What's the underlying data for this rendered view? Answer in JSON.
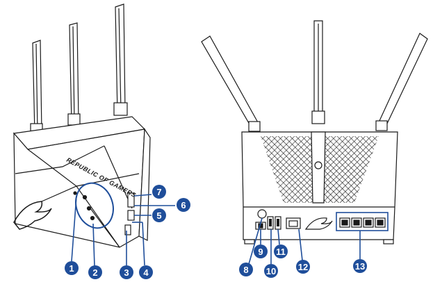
{
  "diagram": {
    "brand_text": "REPUBLIC OF GAMERS",
    "accent_color": "#1f4e9a",
    "callouts": [
      {
        "id": "callout-1",
        "label": "1"
      },
      {
        "id": "callout-2",
        "label": "2"
      },
      {
        "id": "callout-3",
        "label": "3"
      },
      {
        "id": "callout-4",
        "label": "4"
      },
      {
        "id": "callout-5",
        "label": "5"
      },
      {
        "id": "callout-6",
        "label": "6"
      },
      {
        "id": "callout-7",
        "label": "7"
      },
      {
        "id": "callout-8",
        "label": "8"
      },
      {
        "id": "callout-9",
        "label": "9"
      },
      {
        "id": "callout-10",
        "label": "10"
      },
      {
        "id": "callout-11",
        "label": "11"
      },
      {
        "id": "callout-12",
        "label": "12"
      },
      {
        "id": "callout-13",
        "label": "13"
      }
    ]
  }
}
